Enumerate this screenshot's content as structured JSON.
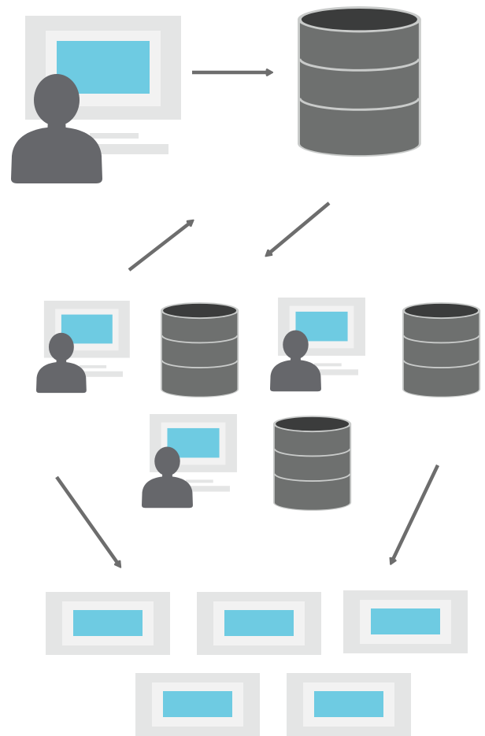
{
  "diagram": {
    "nodes": {
      "source_user": "user-workstation",
      "central_database": "database",
      "intermediate_workstations": [
        "user-workstation",
        "user-workstation",
        "user-workstation"
      ],
      "intermediate_databases": [
        "database",
        "database",
        "database"
      ],
      "output_screens": [
        "screen",
        "screen",
        "screen",
        "screen",
        "screen"
      ]
    },
    "edges": [
      {
        "from": "source_user",
        "to": "central_database"
      },
      {
        "from": "central_database",
        "to": "intermediate_layer"
      },
      {
        "from": "intermediate_layer",
        "to": "central_database"
      },
      {
        "from": "intermediate_layer",
        "to": "output_screens"
      },
      {
        "from": "intermediate_layer",
        "to": "output_screens"
      }
    ],
    "colors": {
      "monitor_frame": "#e4e5e5",
      "monitor_inner": "#f2f2f2",
      "screen_fill": "#6ecbe2",
      "person": "#66676b",
      "database_body": "#6e706f",
      "database_top": "#3b3c3c",
      "database_rim": "#c9cbca",
      "arrow": "#6d6d6d"
    }
  }
}
